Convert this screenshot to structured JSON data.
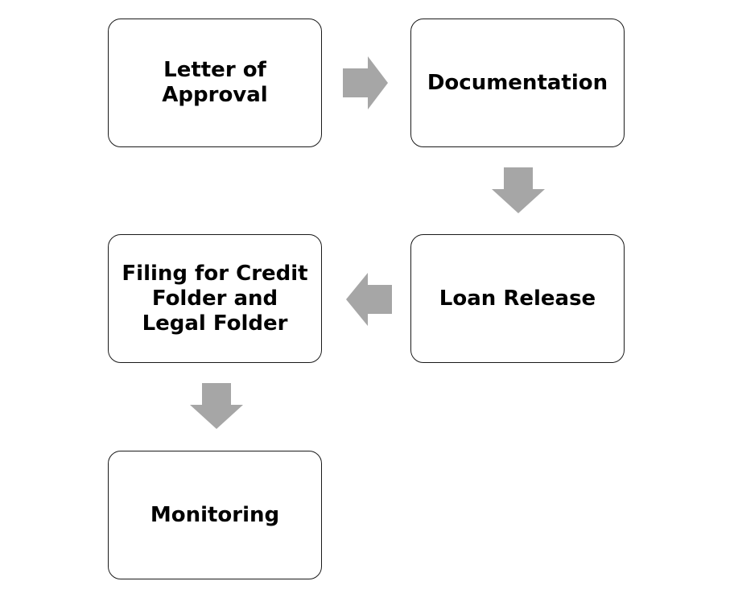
{
  "steps": [
    {
      "label": "Letter of\nApproval"
    },
    {
      "label": "Documentation"
    },
    {
      "label": "Loan Release"
    },
    {
      "label": "Filing for Credit\nFolder and\nLegal Folder"
    },
    {
      "label": "Monitoring"
    }
  ],
  "arrows": [
    {
      "direction": "right"
    },
    {
      "direction": "down"
    },
    {
      "direction": "left"
    },
    {
      "direction": "down"
    }
  ],
  "colors": {
    "arrow": "#a6a6a6",
    "box_border": "#1a1a1a",
    "text": "#000000"
  }
}
